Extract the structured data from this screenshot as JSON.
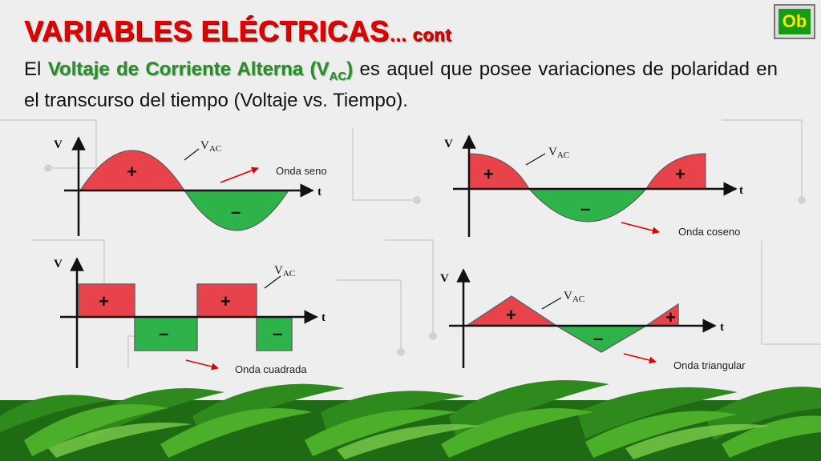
{
  "slide": {
    "title": "VARIABLES ELÉCTRICAS",
    "title_suffix": "… cont",
    "logo_text": "Ob",
    "colors": {
      "title": "#e50000",
      "highlight": "#2a8c2a",
      "positive_fill": "#e8434a",
      "negative_fill": "#2db34a",
      "arrow": "#e00000",
      "grass": "#2f8a1e"
    }
  },
  "description": {
    "intro": "El",
    "highlight": "Voltaje de Corriente Alterna (V",
    "highlight_sub": "AC",
    "highlight_close": ")",
    "rest": "es aquel que posee variaciones de polaridad en el transcurso del tiempo (Voltaje vs. Tiempo)."
  },
  "diagrams": {
    "axis_v": "V",
    "axis_t": "t",
    "vac_main": "V",
    "vac_sub": "AC",
    "plus": "+",
    "minus": "–",
    "sine_label": "Onda seno",
    "cosine_label": "Onda coseno",
    "square_label": "Onda cuadrada",
    "triangle_label": "Onda triangular"
  }
}
